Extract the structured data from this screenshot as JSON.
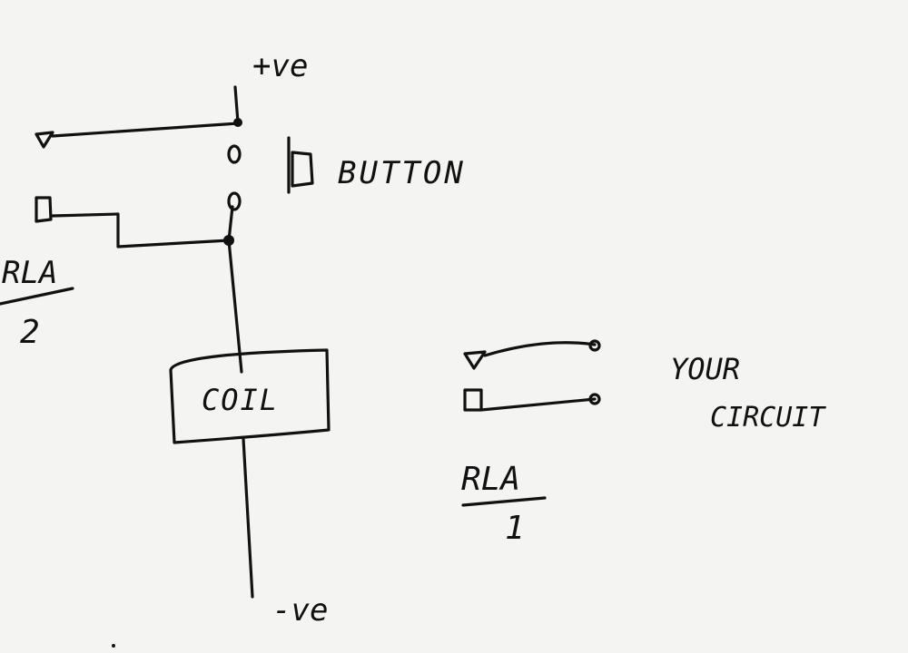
{
  "diagram": {
    "labels": {
      "positive": "+ve",
      "negative": "-ve",
      "button": "BUTTON",
      "coil": "COIL",
      "rla2_name": "RLA",
      "rla2_number": "2",
      "rla1_name": "RLA",
      "rla1_number": "1",
      "your": "YOUR",
      "circuit": "CIRCUIT"
    }
  }
}
